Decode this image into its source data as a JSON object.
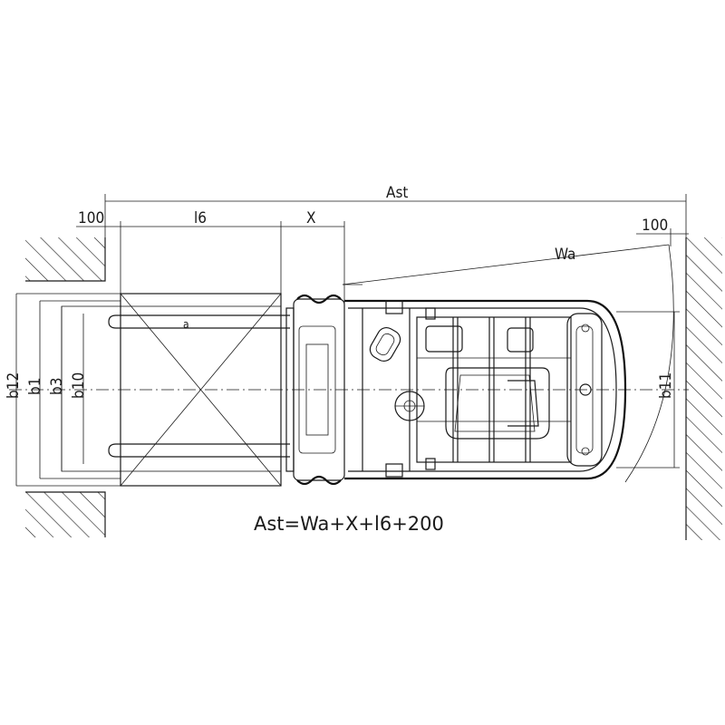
{
  "labels": {
    "ast": "Ast",
    "l6": "l6",
    "x": "X",
    "wa": "Wa",
    "clearance_left": "100",
    "clearance_right": "100",
    "b12": "b12",
    "b1": "b1",
    "b3": "b3",
    "b10": "b10",
    "b11": "b11",
    "a": "a"
  },
  "formula": "Ast=Wa+X+l6+200"
}
